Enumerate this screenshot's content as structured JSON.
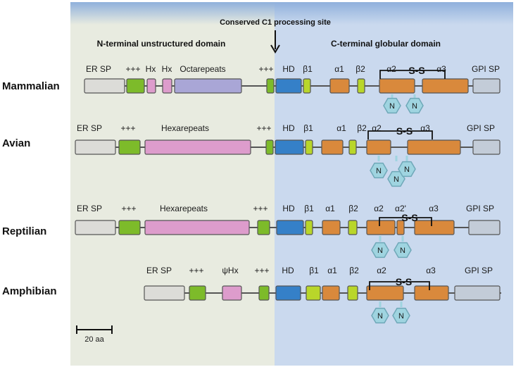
{
  "header": {
    "processing_site": "Conserved C1 processing site",
    "n_domain": "N-terminal unstructured domain",
    "c_domain": "C-terminal globular domain"
  },
  "species": [
    {
      "name": "Mammalian",
      "labels": [
        "ER SP",
        "+++",
        "Hx",
        "Hx",
        "Octarepeats",
        "+++",
        "HD",
        "β1",
        "α1",
        "β2",
        "α2",
        "α3",
        "GPI SP"
      ],
      "disulfide": "S-S",
      "glycans": [
        "N",
        "N"
      ]
    },
    {
      "name": "Avian",
      "labels": [
        "ER SP",
        "+++",
        "Hexarepeats",
        "+++",
        "HD",
        "β1",
        "α1",
        "β2",
        "α2",
        "α3",
        "GPI SP"
      ],
      "disulfide": "S-S",
      "glycans": [
        "N",
        "N",
        "N"
      ]
    },
    {
      "name": "Reptilian",
      "labels": [
        "ER SP",
        "+++",
        "Hexarepeats",
        "+++",
        "HD",
        "β1",
        "α1",
        "β2",
        "α2",
        "α2'",
        "α3",
        "GPI SP"
      ],
      "disulfide": "S-S",
      "glycans": [
        "N",
        "N"
      ]
    },
    {
      "name": "Amphibian",
      "labels": [
        "ER SP",
        "+++",
        "ψHx",
        "+++",
        "HD",
        "β1",
        "α1",
        "β2",
        "α2",
        "α3",
        "GPI SP"
      ],
      "disulfide": "S-S",
      "glycans": [
        "N",
        "N"
      ]
    }
  ],
  "scale_bar": "20 aa",
  "colors": {
    "er_sp": "#dcdcd8",
    "positive": "#7dbb2a",
    "repeats": "#dd9ccc",
    "octarepeats": "#a9a6d6",
    "hd": "#3580c8",
    "beta": "#b9d62a",
    "alpha": "#d9893c",
    "gpi_sp": "#c3ccd8",
    "glycan": "#9fd4e0",
    "n_bg": "#e8ebe0",
    "c_bg": "#cad9ee",
    "top_band": "#8fb0dc"
  }
}
